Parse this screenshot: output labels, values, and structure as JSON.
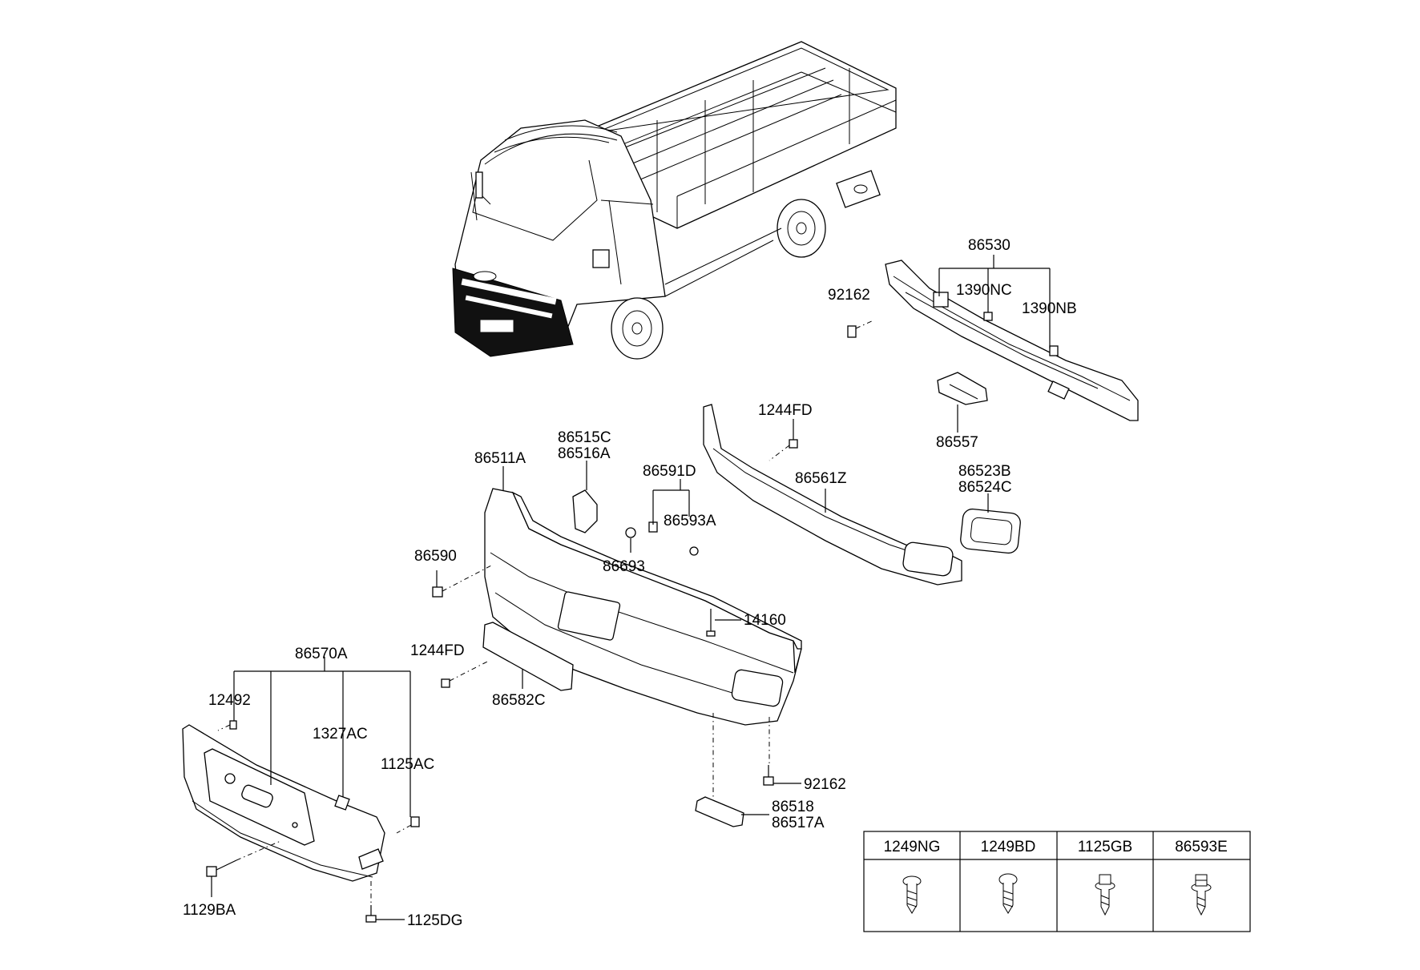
{
  "callouts": {
    "c86530": "86530",
    "c92162_top": "92162",
    "c1390NC": "1390NC",
    "c1390NB": "1390NB",
    "c86557": "86557",
    "c1244FD_top": "1244FD",
    "c86561Z": "86561Z",
    "c86523B": "86523B",
    "c86524C": "86524C",
    "c86515C": "86515C",
    "c86516A": "86516A",
    "c86511A": "86511A",
    "c86591D": "86591D",
    "c86593A": "86593A",
    "c86693": "86693",
    "c86590": "86590",
    "c14160": "14160",
    "c1244FD_mid": "1244FD",
    "c86582C": "86582C",
    "c86570A": "86570A",
    "c12492": "12492",
    "c1327AC": "1327AC",
    "c1125AC": "1125AC",
    "c92162_low": "92162",
    "c86518": "86518",
    "c86517A": "86517A",
    "c1129BA": "1129BA",
    "c1125DG": "1125DG"
  },
  "legend": {
    "headers": [
      "1249NG",
      "1249BD",
      "1125GB",
      "86593E"
    ]
  }
}
